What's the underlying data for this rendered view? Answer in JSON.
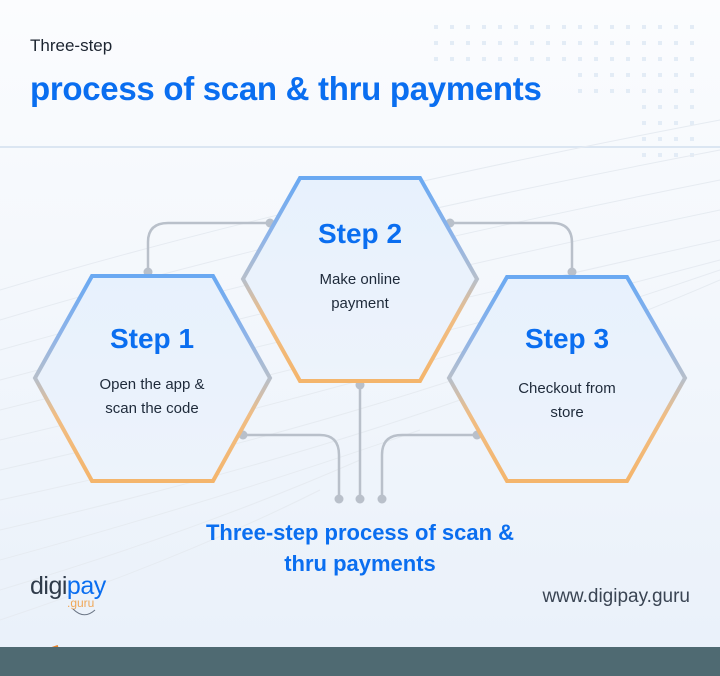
{
  "header": {
    "kicker": "Three-step",
    "headline": "process of scan & thru payments"
  },
  "steps": [
    {
      "title": "Step 1",
      "desc_line1": "Open the app &",
      "desc_line2": "scan the code"
    },
    {
      "title": "Step 2",
      "desc_line1": "Make online",
      "desc_line2": "payment"
    },
    {
      "title": "Step 3",
      "desc_line1": "Checkout from",
      "desc_line2": "store"
    }
  ],
  "caption": {
    "line1": "Three-step process of scan &",
    "line2": "thru payments"
  },
  "brand": {
    "logo_digi": "digi",
    "logo_pay": "pay",
    "logo_sub": ".guru",
    "url": "www.digipay.guru"
  },
  "colors": {
    "accent_blue": "#0a6ef0",
    "accent_orange": "#f2b46e",
    "connector_gray": "#b9c0ca",
    "footer_band": "#4f6a72"
  }
}
